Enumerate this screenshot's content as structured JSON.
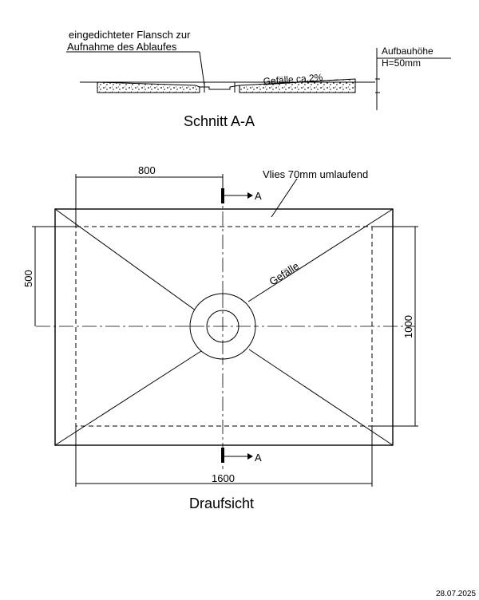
{
  "section": {
    "callout_line1": "eingedichteter Flansch zur",
    "callout_line2": "Aufnahme des Ablaufes",
    "slope_label": "Gefälle ca.2%",
    "height_label1": "Aufbauhöhe",
    "height_label2": "H=50mm",
    "title": "Schnitt A-A"
  },
  "plan": {
    "dim_top": "800",
    "dim_left": "500",
    "dim_right": "1000",
    "dim_bottom": "1600",
    "fleece_label": "Vlies 70mm umlaufend",
    "slope_label": "Gefälle",
    "section_mark_top": "A",
    "section_mark_bottom": "A",
    "title": "Draufsicht"
  },
  "footer": {
    "date": "28.07.2025"
  }
}
